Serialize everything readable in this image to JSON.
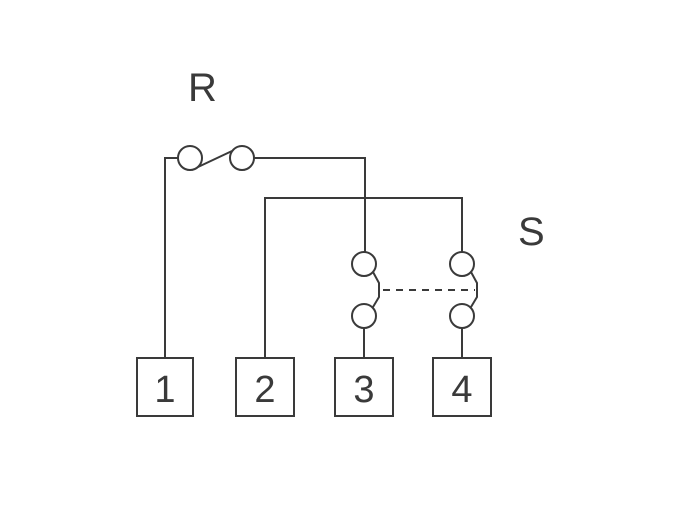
{
  "labels": {
    "relay": "R",
    "switch": "S"
  },
  "terminals": [
    {
      "id": "1",
      "label": "1"
    },
    {
      "id": "2",
      "label": "2"
    },
    {
      "id": "3",
      "label": "3"
    },
    {
      "id": "4",
      "label": "4"
    }
  ],
  "colors": {
    "line": "#3a3a3a",
    "background": "#ffffff"
  }
}
